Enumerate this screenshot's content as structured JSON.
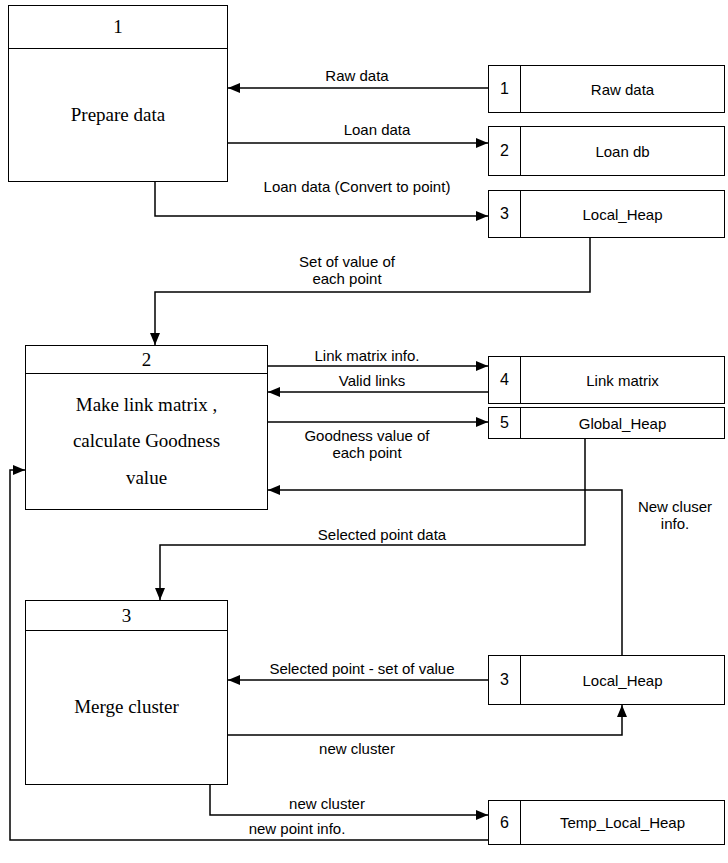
{
  "diagram": {
    "nodes": [
      {
        "text": [
          "1",
          "Prepare data"
        ]
      },
      {
        "text": [
          "1",
          "Raw data"
        ]
      },
      {
        "text": [
          "2",
          "Loan db"
        ]
      },
      {
        "text": [
          "3",
          "Local_Heap"
        ]
      },
      {
        "text": [
          "2",
          "Make link matrix , calculate Goodness value"
        ]
      },
      {
        "text": [
          "4",
          "Link matrix"
        ]
      },
      {
        "text": [
          "5",
          "Global_Heap"
        ]
      },
      {
        "text": [
          "3",
          "Merge cluster"
        ]
      },
      {
        "text": [
          "3",
          "Local_Heap"
        ]
      },
      {
        "text": [
          "6",
          "Temp_Local_Heap"
        ]
      }
    ],
    "edges": [
      {
        "from": 1,
        "to": 0,
        "arrow": "to",
        "label": "Raw data"
      },
      {
        "from": 0,
        "to": 2,
        "arrow": "to",
        "label": "Loan data"
      },
      {
        "from": 0,
        "to": 3,
        "arrow": "to",
        "label": "Loan data (Convert to point)"
      },
      {
        "from": 3,
        "to": 4,
        "arrow": "to",
        "label": "Set of value of each point"
      },
      {
        "from": 4,
        "to": 5,
        "arrow": "to",
        "label": "Link matrix info."
      },
      {
        "from": 5,
        "to": 4,
        "arrow": "to",
        "label": "Valid links"
      },
      {
        "from": 4,
        "to": 6,
        "arrow": "to",
        "label": "Goodness value of each point"
      },
      {
        "from": 6,
        "to": 7,
        "arrow": "to",
        "label": "Selected point data"
      },
      {
        "from": 8,
        "to": 4,
        "arrow": "to",
        "label": "New cluser info."
      },
      {
        "from": 8,
        "to": 7,
        "arrow": "to",
        "label": "Selected point - set of value"
      },
      {
        "from": 7,
        "to": 8,
        "arrow": "to",
        "label": "new cluster"
      },
      {
        "from": 7,
        "to": 9,
        "arrow": "to",
        "label": "new cluster"
      },
      {
        "from": 9,
        "to": 4,
        "arrow": "to",
        "label": "new point info."
      }
    ]
  }
}
